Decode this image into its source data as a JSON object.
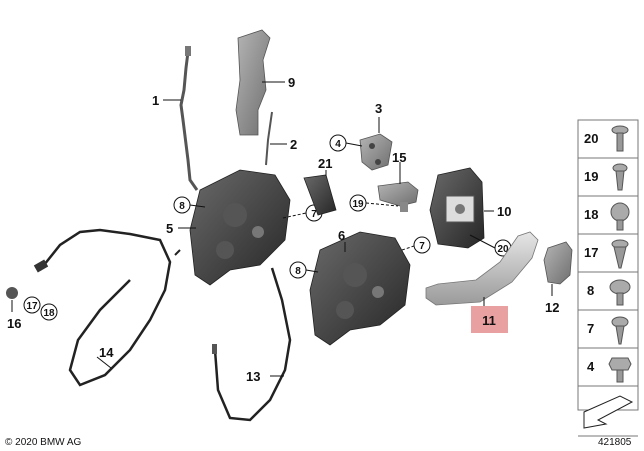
{
  "callouts": {
    "p1": "1",
    "p2": "2",
    "p3": "3",
    "p4": "4",
    "p5": "5",
    "p6": "6",
    "p7a": "7",
    "p7b": "7",
    "p8a": "8",
    "p8b": "8",
    "p9": "9",
    "p10": "10",
    "p11": "11",
    "p12": "12",
    "p13": "13",
    "p14": "14",
    "p15": "15",
    "p16": "16",
    "p17": "17",
    "p18": "18",
    "p19": "19",
    "p20": "20",
    "p21": "21"
  },
  "sidebar": {
    "items": [
      {
        "label": "20",
        "icon": "bolt-flat-head-icon"
      },
      {
        "label": "19",
        "icon": "screw-icon"
      },
      {
        "label": "18",
        "icon": "expanding-rivet-icon"
      },
      {
        "label": "17",
        "icon": "clip-screw-icon"
      },
      {
        "label": "8",
        "icon": "torx-bolt-icon"
      },
      {
        "label": "7",
        "icon": "sheet-metal-screw-icon"
      },
      {
        "label": "4",
        "icon": "hex-bolt-icon"
      }
    ]
  },
  "footer": {
    "copyright": "© 2020 BMW AG",
    "diagram_number": "421805"
  },
  "colors": {
    "highlight": "#e8a0a0",
    "part_gray": "#8a8a8a",
    "dark_part": "#3a3a3a"
  }
}
